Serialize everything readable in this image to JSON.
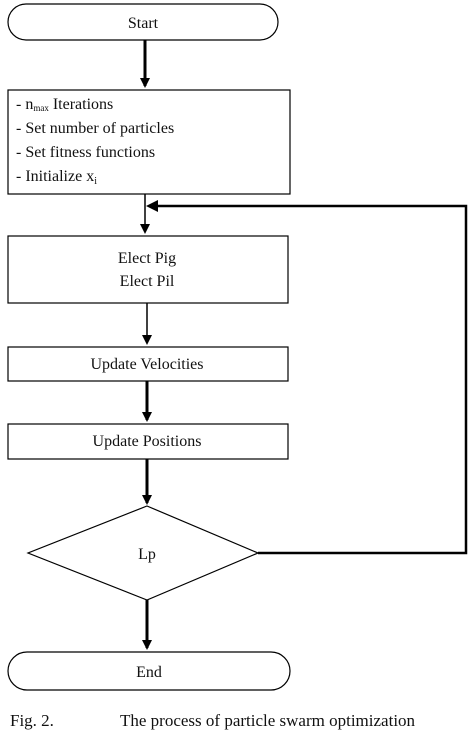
{
  "flowchart": {
    "start": "Start",
    "init_steps": {
      "line1_symbol": "n",
      "line1_sub": "max",
      "line1_rest": " Iterations",
      "line2": "- Set number of particles",
      "line3": "- Set fitness functions",
      "line4_prefix": "- Initialize x",
      "line4_sub": "i"
    },
    "elect": {
      "line1": "Elect Pig",
      "line2": "Elect Pil"
    },
    "update_velocities": "Update Velocities",
    "update_positions": "Update Positions",
    "decision": "Lp",
    "end": "End"
  },
  "caption": {
    "fig_label": "Fig. 2.",
    "text": "The process of particle swarm optimization"
  }
}
